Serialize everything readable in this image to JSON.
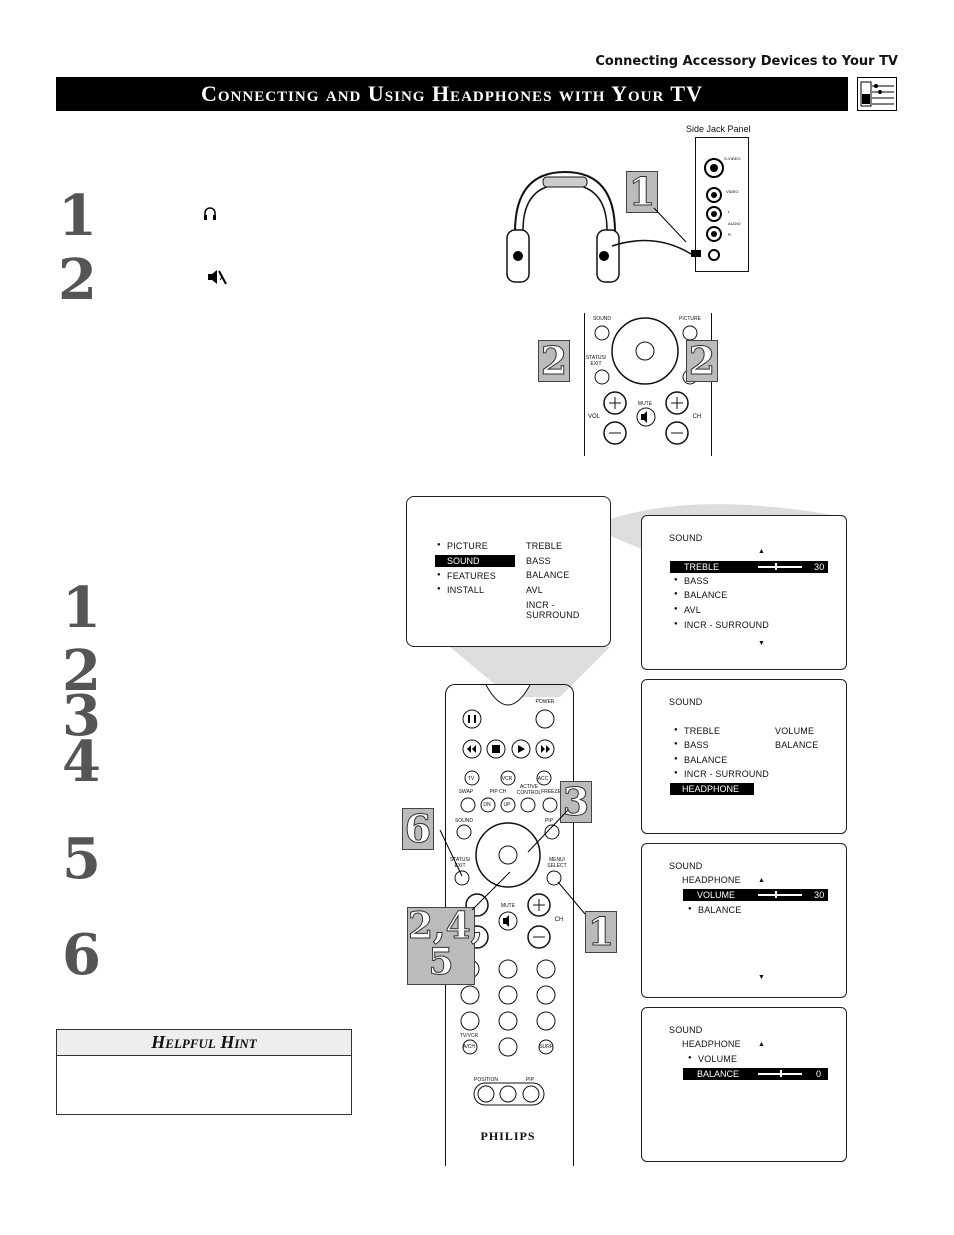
{
  "header": {
    "section": "Connecting Accessory Devices to Your TV",
    "title": "Connecting and Using Headphones with Your TV",
    "icon": "jack-panel-icon"
  },
  "side_panel": {
    "label": "Side Jack Panel",
    "jack_labels": [
      "S-VIDEO",
      "VIDEO",
      "L",
      "AUDIO",
      "R"
    ]
  },
  "steps_top": [
    "1",
    "2"
  ],
  "steps_bottom": [
    "1",
    "2",
    "3",
    "4",
    "5",
    "6"
  ],
  "callouts": {
    "panel": "1",
    "vol": "2",
    "mute": "2",
    "remote_6": "6",
    "remote_3": "3",
    "remote_245": "2,4,\n5",
    "remote_1": "1"
  },
  "remote_top": {
    "sound": "SOUND",
    "picture": "PICTURE",
    "status_exit": "STATUS/\nEXIT",
    "mute": "MUTE",
    "vol": "VOL",
    "ch": "CH"
  },
  "main_menu": {
    "left": [
      "PICTURE",
      "SOUND",
      "FEATURES",
      "INSTALL"
    ],
    "right": [
      "TREBLE",
      "BASS",
      "BALANCE",
      "AVL",
      "INCR - SURROUND"
    ]
  },
  "osd1": {
    "title": "SOUND",
    "selected": "TREBLE",
    "value": "30",
    "items": [
      "BASS",
      "BALANCE",
      "AVL",
      "INCR - SURROUND"
    ]
  },
  "osd2": {
    "title": "SOUND",
    "items": [
      "TREBLE",
      "BASS",
      "BALANCE",
      "INCR - SURROUND"
    ],
    "selected": "HEADPHONE",
    "right": [
      "VOLUME",
      "BALANCE"
    ]
  },
  "osd3": {
    "title": "SOUND",
    "sub": "HEADPHONE",
    "selected": "VOLUME",
    "value": "30",
    "items": [
      "BALANCE"
    ]
  },
  "osd4": {
    "title": "SOUND",
    "sub": "HEADPHONE",
    "items": [
      "VOLUME"
    ],
    "selected": "BALANCE",
    "value": "0"
  },
  "remote": {
    "power": "POWER",
    "tv": "TV",
    "vcr": "VCR",
    "acc": "ACC",
    "swap": "SWAP",
    "pip_ch": "PIP CH",
    "active_control": "ACTIVE\nCONTROL",
    "freeze": "FREEZE",
    "dn": "DN",
    "up": "UP",
    "sound": "SOUND",
    "pip": "PIP",
    "status_exit": "STATUS/\nEXIT",
    "menu_select": "MENU/\nSELECT",
    "mute": "MUTE",
    "ch": "CH",
    "tv_vcr": "TV/VCR",
    "ach": "A/CH",
    "surf": "SURF",
    "position": "POSITION",
    "pip2": "PIP",
    "brand": "PHILIPS"
  },
  "hint": {
    "title": "Helpful Hint"
  }
}
